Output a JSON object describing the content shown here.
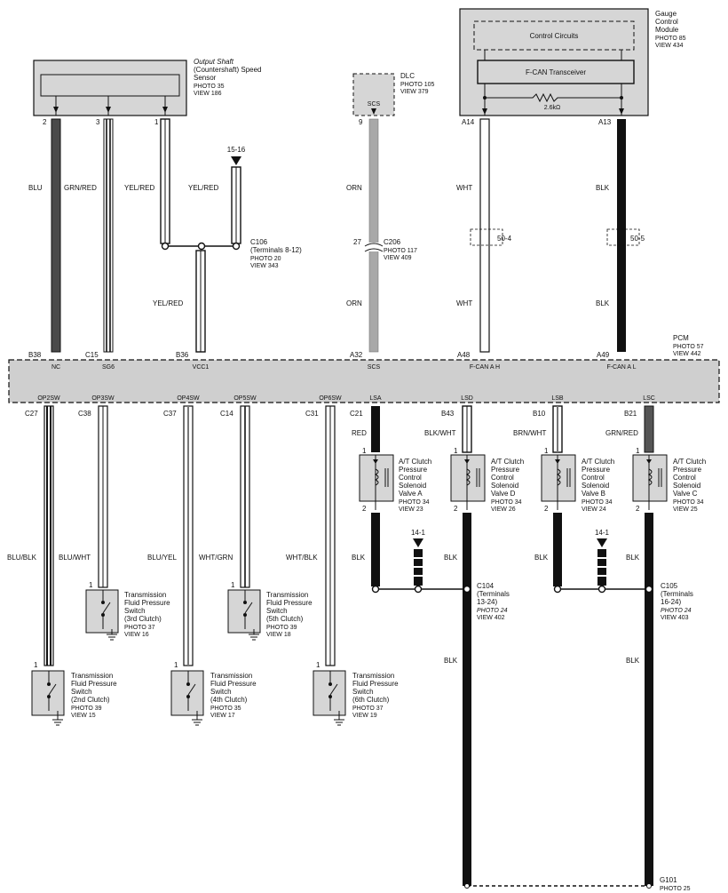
{
  "components": {
    "speed_sensor": {
      "name1": "Output Shaft",
      "name2": "(Countershaft) Speed",
      "name3": "Sensor",
      "photo": "PHOTO 35",
      "view": "VIEW 186"
    },
    "dlc": {
      "name": "DLC",
      "photo": "PHOTO 105",
      "view": "VIEW 379",
      "pin": "SCS"
    },
    "gauge": {
      "name1": "Gauge",
      "name2": "Control",
      "name3": "Module",
      "photo": "PHOTO 85",
      "view": "VIEW 434",
      "control_circuits": "Control Circuits",
      "transceiver": "F-CAN Transceiver",
      "resistor": "2.6kΩ"
    },
    "pcm": {
      "name": "PCM",
      "photo": "PHOTO 57",
      "view": "VIEW 442"
    },
    "c106": {
      "name": "C106",
      "sub": "(Terminals 8-12)",
      "photo": "PHOTO 20",
      "view": "VIEW 343"
    },
    "c206": {
      "name": "C206",
      "photo": "PHOTO 117",
      "view": "VIEW 409"
    },
    "c104": {
      "name": "C104",
      "sub1": "(Terminals",
      "sub2": "13-24)",
      "photo": "PHOTO 24",
      "view": "VIEW 402"
    },
    "c105": {
      "name": "C105",
      "sub1": "(Terminals",
      "sub2": "16-24)",
      "photo": "PHOTO 24",
      "view": "VIEW 403"
    },
    "g101": {
      "name": "G101",
      "photo": "PHOTO 25"
    }
  },
  "top_pins": {
    "p2": "2",
    "p3": "3",
    "p1": "1",
    "p9": "9",
    "a14": "A14",
    "a13": "A13",
    "ref1516": "15-16",
    "c206pin": "27"
  },
  "top_wires": {
    "blu": "BLU",
    "grnred": "GRN/RED",
    "yelred1": "YEL/RED",
    "yelred2": "YEL/RED",
    "yelred3": "YEL/RED",
    "orn1": "ORN",
    "orn2": "ORN",
    "wht1": "WHT",
    "wht2": "WHT",
    "blk1": "BLK",
    "blk2": "BLK",
    "ref504": "50-4",
    "ref505": "50-5"
  },
  "pcm_top": {
    "b38": "B38",
    "nc": "NC",
    "c15": "C15",
    "sg6": "SG6",
    "b36": "B36",
    "vcc1": "VCC1",
    "a32": "A32",
    "scs": "SCS",
    "a48": "A48",
    "fcanah": "F-CAN A H",
    "a49": "A49",
    "fcanal": "F-CAN A L"
  },
  "pcm_bottom": {
    "op2sw": "OP2SW",
    "op3sw": "OP3SW",
    "op4sw": "OP4SW",
    "op5sw": "OP5SW",
    "op6sw": "OP6SW",
    "lsa": "LSA",
    "lsd": "LSD",
    "lsb": "LSB",
    "lsc": "LSC",
    "c27": "C27",
    "c38": "C38",
    "c37": "C37",
    "c14": "C14",
    "c31": "C31",
    "c21": "C21",
    "b43": "B43",
    "b10": "B10",
    "b21": "B21"
  },
  "bottom_wires": {
    "blublk": "BLU/BLK",
    "bluwht": "BLU/WHT",
    "bluyel": "BLU/YEL",
    "whtgrn": "WHT/GRN",
    "whtblk": "WHT/BLK",
    "red": "RED",
    "blkwht": "BLK/WHT",
    "brnwht": "BRN/WHT",
    "grnred": "GRN/RED",
    "blk_a": "BLK",
    "blk_d": "BLK",
    "blk_b": "BLK",
    "blk_c": "BLK",
    "blk_d2": "BLK",
    "blk_c2": "BLK",
    "ref141a": "14-1",
    "ref141b": "14-1"
  },
  "pin_numbers": {
    "one": "1",
    "two": "2"
  },
  "switches": {
    "sw3": {
      "l1": "Transmission",
      "l2": "Fluid Pressure",
      "l3": "Switch",
      "l4": "(3rd Clutch)",
      "photo": "PHOTO 37",
      "view": "VIEW 16"
    },
    "sw5": {
      "l1": "Transmission",
      "l2": "Fluid Pressure",
      "l3": "Switch",
      "l4": "(5th Clutch)",
      "photo": "PHOTO 39",
      "view": "VIEW 18"
    },
    "sw2": {
      "l1": "Transmission",
      "l2": "Fluid Pressure",
      "l3": "Switch",
      "l4": "(2nd Clutch)",
      "photo": "PHOTO 39",
      "view": "VIEW 15"
    },
    "sw4": {
      "l1": "Transmission",
      "l2": "Fluid Pressure",
      "l3": "Switch",
      "l4": "(4th Clutch)",
      "photo": "PHOTO 35",
      "view": "VIEW 17"
    },
    "sw6": {
      "l1": "Transmission",
      "l2": "Fluid Pressure",
      "l3": "Switch",
      "l4": "(6th Clutch)",
      "photo": "PHOTO 37",
      "view": "VIEW 19"
    }
  },
  "solenoids": {
    "a": {
      "l1": "A/T Clutch",
      "l2": "Pressure",
      "l3": "Control",
      "l4": "Solenoid",
      "l5": "Valve A",
      "photo": "PHOTO 34",
      "view": "VIEW 23"
    },
    "d": {
      "l1": "A/T Clutch",
      "l2": "Pressure",
      "l3": "Control",
      "l4": "Solenoid",
      "l5": "Valve D",
      "photo": "PHOTO 34",
      "view": "VIEW 26"
    },
    "b": {
      "l1": "A/T Clutch",
      "l2": "Pressure",
      "l3": "Control",
      "l4": "Solenoid",
      "l5": "Valve B",
      "photo": "PHOTO 34",
      "view": "VIEW 24"
    },
    "c": {
      "l1": "A/T Clutch",
      "l2": "Pressure",
      "l3": "Control",
      "l4": "Solenoid",
      "l5": "Valve C",
      "photo": "PHOTO 34",
      "view": "VIEW 25"
    }
  },
  "colors": {
    "component_fill": "#d6d6d6",
    "pcm_fill": "#cfcfcf",
    "wire_dark": "#1a1a1a",
    "wire_gray": "#a8a8a8"
  }
}
